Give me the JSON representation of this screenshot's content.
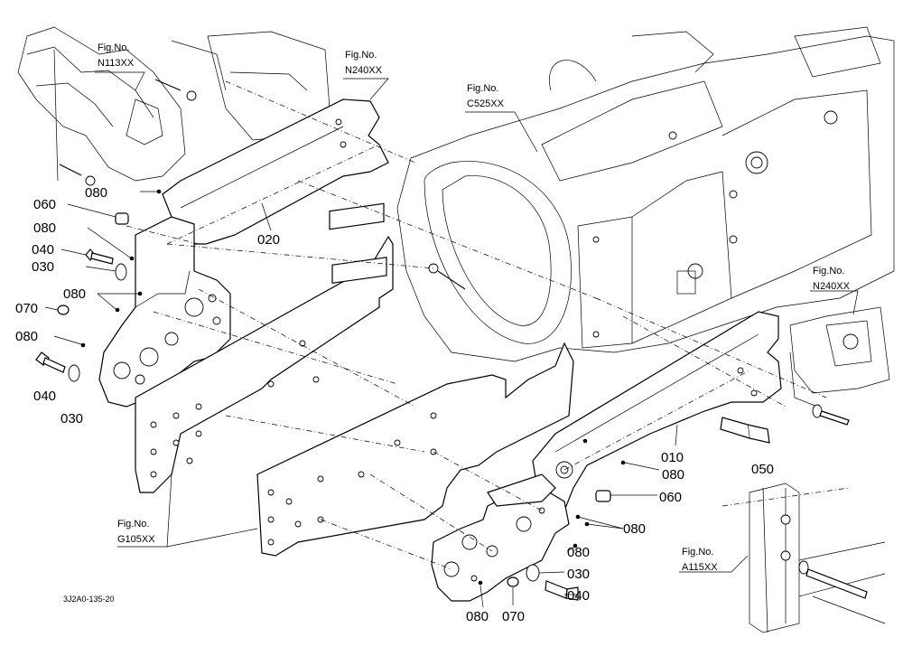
{
  "diagram": {
    "drawing_code": "3J2A0-135-20",
    "fig_refs": [
      {
        "id": "n113",
        "line1": "Fig.No.",
        "line2": "N113XX"
      },
      {
        "id": "n240_top",
        "line1": "Fig.No.",
        "line2": "N240XX"
      },
      {
        "id": "c525",
        "line1": "Fig.No.",
        "line2": "C525XX"
      },
      {
        "id": "n240_right",
        "line1": "Fig.No.",
        "line2": "N240XX"
      },
      {
        "id": "g105",
        "line1": "Fig.No.",
        "line2": "G105XX"
      },
      {
        "id": "a115",
        "line1": "Fig.No.",
        "line2": "A115XX"
      }
    ],
    "part_labels": [
      "080",
      "060",
      "080",
      "040",
      "030",
      "080",
      "070",
      "080",
      "040",
      "030",
      "020",
      "010",
      "080",
      "060",
      "050",
      "080",
      "080",
      "030",
      "040",
      "070",
      "080"
    ]
  }
}
